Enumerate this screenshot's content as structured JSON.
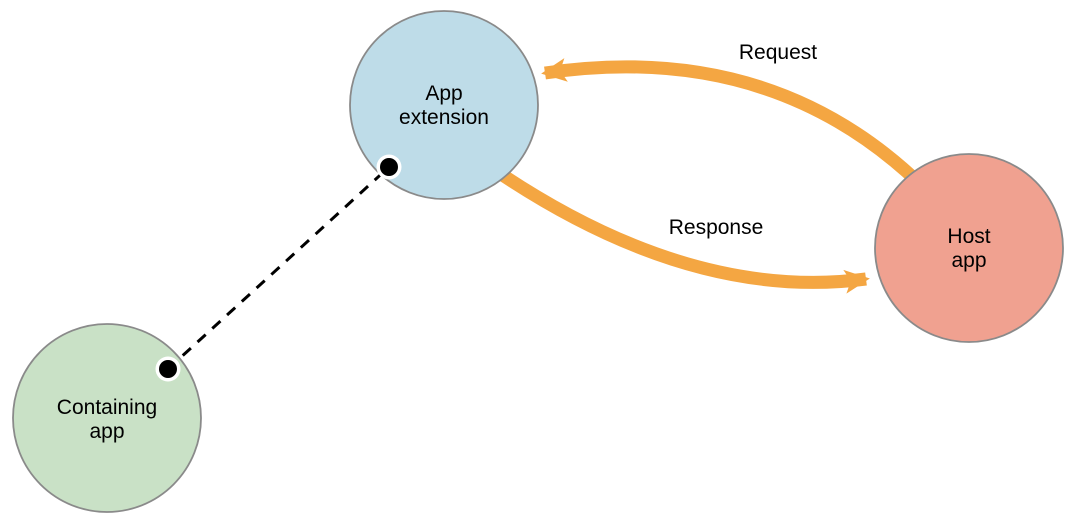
{
  "diagram": {
    "nodes": {
      "app_extension": {
        "line1": "App",
        "line2": "extension",
        "fill": "#BEDCE8"
      },
      "containing_app": {
        "line1": "Containing",
        "line2": "app",
        "fill": "#C9E1C6"
      },
      "host_app": {
        "line1": "Host",
        "line2": "app",
        "fill": "#F0A190"
      }
    },
    "arrows": {
      "color": "#F4A642",
      "request_label": "Request",
      "response_label": "Response"
    },
    "connector": {
      "color": "#000000",
      "endpoint_dot_color": "#000000"
    }
  }
}
